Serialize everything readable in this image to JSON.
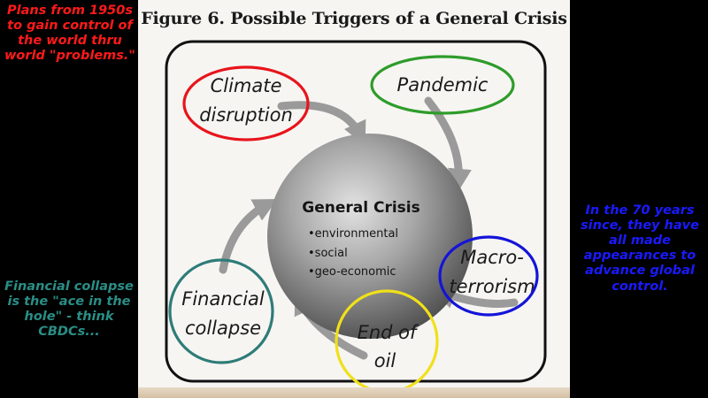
{
  "figure": {
    "title": "Figure 6. Possible Triggers of a General Crisis",
    "center": {
      "title": "General Crisis",
      "items": [
        "•environmental",
        "•social",
        "•geo-economic"
      ]
    },
    "triggers": {
      "climate": {
        "lines": [
          "Climate",
          "disruption"
        ],
        "ring_color": "#e8141c"
      },
      "pandemic": {
        "lines": [
          "Pandemic"
        ],
        "ring_color": "#2e9c2a"
      },
      "terrorism": {
        "lines": [
          "Macro-",
          "terrorism"
        ],
        "ring_color": "#1414d8"
      },
      "oil": {
        "lines": [
          "End of",
          "oil"
        ],
        "ring_color": "#f0e01a"
      },
      "financial": {
        "lines": [
          "Financial",
          "collapse"
        ],
        "ring_color": "#2e7c78"
      }
    }
  },
  "notes": {
    "top_left": {
      "lines": [
        "Plans from 1950s",
        "to gain control of",
        "the world thru",
        "world \"problems.\""
      ],
      "color": "#ff1a1a"
    },
    "bottom_left": {
      "lines": [
        "Financial collapse",
        "is the \"ace in the",
        "hole\" - think",
        "CBDCs..."
      ],
      "color": "#2a8e86"
    },
    "right": {
      "lines": [
        "In the 70 years",
        "since, they have",
        "all made",
        "appearances to",
        "advance global",
        "control."
      ],
      "color": "#1a1aff"
    }
  }
}
